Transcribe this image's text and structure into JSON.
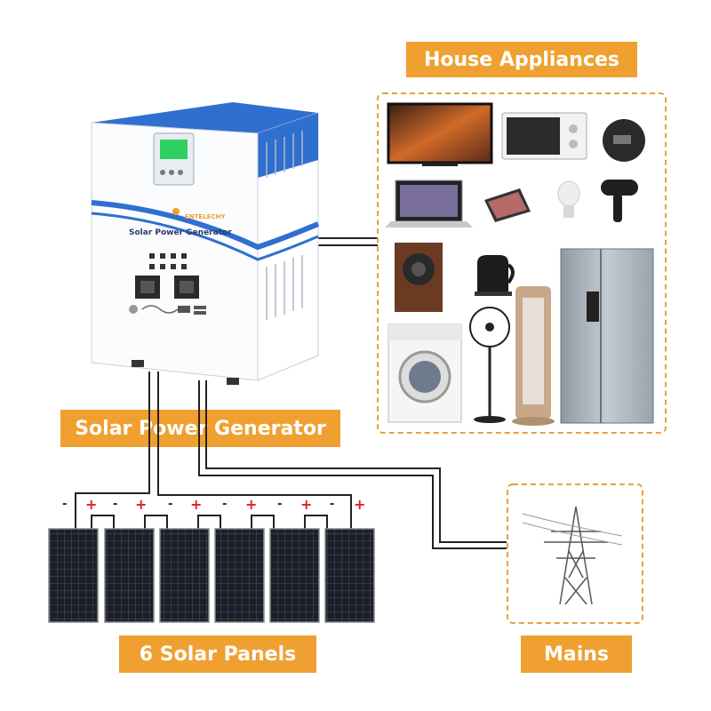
{
  "labels": {
    "house_appliances": "House Appliances",
    "solar_power_generator": "Solar Power Generator",
    "solar_panels": "6 Solar Panels",
    "mains": "Mains"
  },
  "generator": {
    "brand": "ENTELECHY",
    "name": "Solar Power Generator"
  },
  "terminals": {
    "plus": "+",
    "minus": "-"
  },
  "colors": {
    "label_bg": "#f0a030",
    "dashed_border": "#e8a040",
    "generator_blue": "#2f6fd0",
    "terminal_plus": "#e02020",
    "wire": "#222222"
  },
  "icons": [
    "tv-icon",
    "microwave-icon",
    "rice-cooker-icon",
    "laptop-icon",
    "tablet-icon",
    "light-bulb-icon",
    "hair-dryer-icon",
    "speaker-icon",
    "kettle-icon",
    "tower-fan-icon",
    "refrigerator-icon",
    "washing-machine-icon",
    "stand-fan-icon",
    "transmission-tower-icon",
    "solar-panel-icon"
  ]
}
